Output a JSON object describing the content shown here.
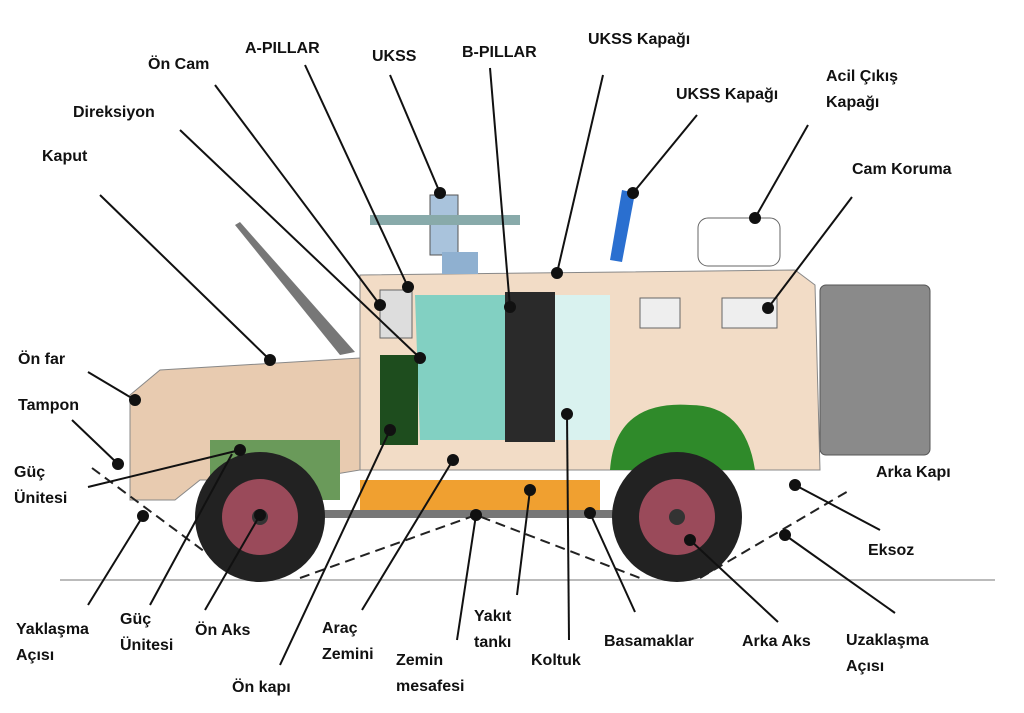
{
  "labels": {
    "on_cam": "Ön Cam",
    "a_pillar": "A-PILLAR",
    "ukss": "UKSS",
    "b_pillar": "B-PILLAR",
    "ukss_kapagi_1": "UKSS Kapağı",
    "ukss_kapagi_2": "UKSS Kapağı",
    "acil_1": "Acil Çıkış",
    "acil_2": "Kapağı",
    "cam_koruma": "Cam Koruma",
    "direksiyon": "Direksiyon",
    "kaput": "Kaput",
    "on_far": "Ön far",
    "tampon": "Tampon",
    "guc_1a": "Güç",
    "guc_1b": "Ünitesi",
    "arka_kapi": "Arka Kapı",
    "eksoz": "Eksoz",
    "yaklasma_a": "Yaklaşma",
    "yaklasma_b": "Açısı",
    "guc_2a": "Güç",
    "guc_2b": "Ünitesi",
    "on_aks": "Ön Aks",
    "on_kapi": "Ön kapı",
    "arac_a": "Araç",
    "arac_b": "Zemini",
    "zemin_a": "Zemin",
    "zemin_b": "mesafesi",
    "yakit_a": "Yakıt",
    "yakit_b": "tankı",
    "koltuk": "Koltuk",
    "basamaklar": "Basamaklar",
    "arka_aks": "Arka Aks",
    "uzak_a": "Uzaklaşma",
    "uzak_b": "Açısı"
  },
  "colors": {
    "body": "#f2dcc6",
    "green": "#2f8a2a",
    "wheel": "#9a4a5a",
    "tire": "#222222",
    "glass": "#27c6c0",
    "tank": "#f0a030",
    "shield": "#2a6fd0"
  }
}
